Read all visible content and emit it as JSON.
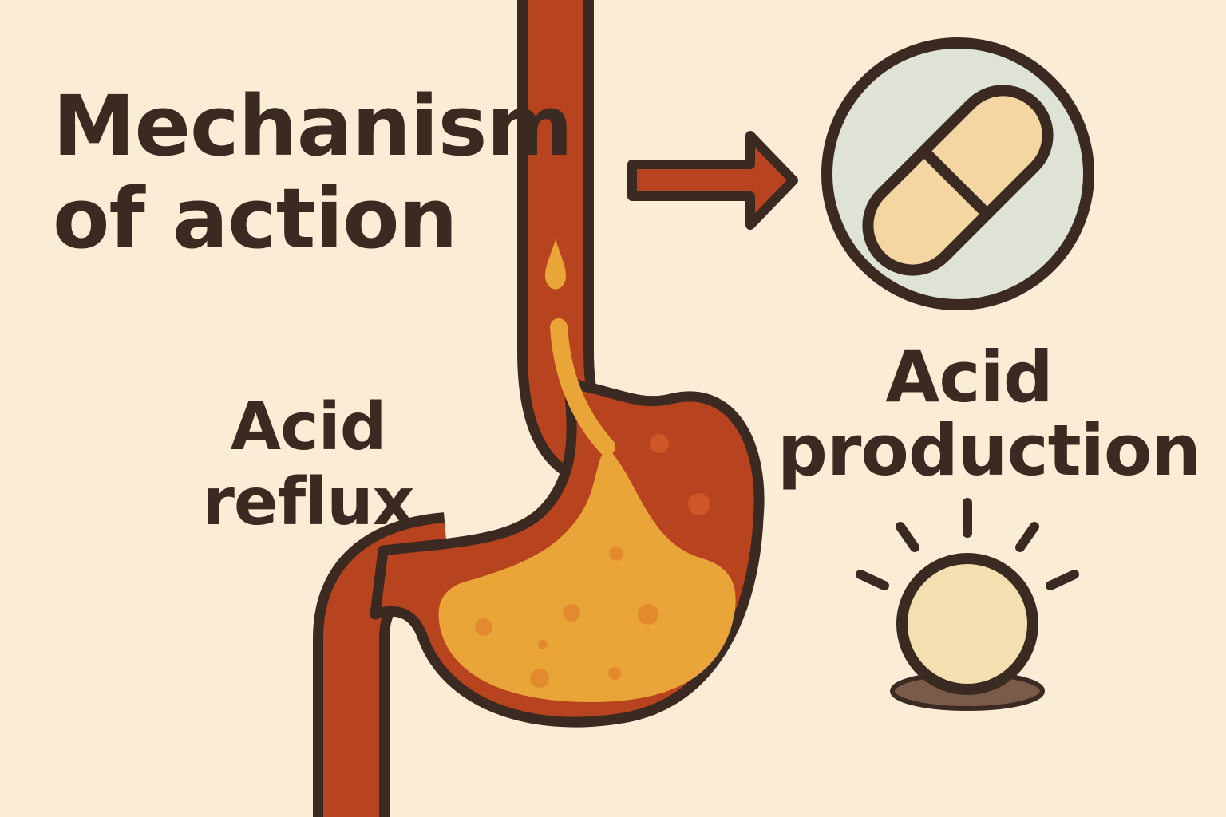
{
  "title": {
    "line1": "Mechanism",
    "line2": "of action"
  },
  "labels": {
    "acid_reflux_line1": "Acid",
    "acid_reflux_line2": "reflux",
    "acid_production_line1": "Acid",
    "acid_production_line2": "production"
  },
  "icons": {
    "arrow": "right-arrow-icon",
    "pill": "pill-capsule-icon",
    "glow": "glowing-orb-icon"
  },
  "colors": {
    "background": "#fbedd5",
    "outline": "#3b2a22",
    "stomach_wall": "#b8431f",
    "acid": "#eaa538",
    "acid_spots": "#e38a2e",
    "pill_circle_bg": "#dfe2d6",
    "pill_body": "#f4d6a2",
    "orb": "#f4dfb0",
    "orb_shadow": "#7a5b4a"
  }
}
